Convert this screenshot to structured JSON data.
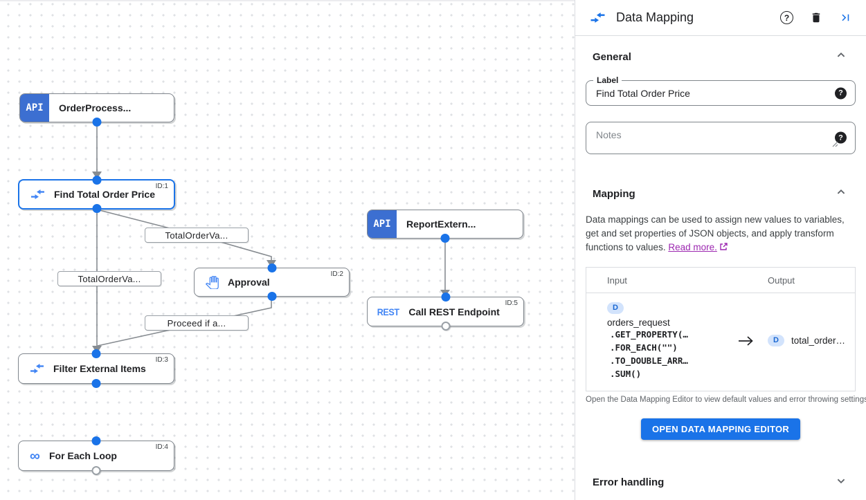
{
  "panel": {
    "title": "Data Mapping",
    "general": {
      "title": "General",
      "label_field": {
        "label": "Label",
        "value": "Find Total Order Price"
      },
      "notes_placeholder": "Notes"
    },
    "mapping": {
      "title": "Mapping",
      "description": "Data mappings can be used to assign new values to variables, get and set properties of JSON objects, and apply transform functions to values.",
      "read_more_label": "Read more.",
      "table": {
        "input_header": "Input",
        "output_header": "Output",
        "input": {
          "badge": "D",
          "variable": "orders_request",
          "code_lines": [
            ".GET_PROPERTY(…",
            ".FOR_EACH(\"\")",
            ".TO_DOUBLE_ARR…",
            ".SUM()"
          ]
        },
        "output": {
          "badge": "D",
          "variable": "total_order…"
        }
      },
      "caption": "Open the Data Mapping Editor to view default values and error throwing settings.",
      "button_label": "OPEN DATA MAPPING EDITOR"
    },
    "error_handling": {
      "title": "Error handling"
    }
  },
  "canvas": {
    "nodes": [
      {
        "label": "OrderProcess...",
        "badge": "API"
      },
      {
        "label": "Find Total Order Price",
        "id": "ID:1"
      },
      {
        "label": "ReportExtern...",
        "badge": "API"
      },
      {
        "label": "Approval",
        "id": "ID:2"
      },
      {
        "label": "Call REST Endpoint",
        "id": "ID:5",
        "badge": "REST"
      },
      {
        "label": "Filter External Items",
        "id": "ID:3"
      },
      {
        "label": "For Each Loop",
        "id": "ID:4"
      }
    ],
    "edge_labels": [
      "TotalOrderVa...",
      "TotalOrderVa...",
      "Proceed if a..."
    ]
  },
  "icons": {
    "infinity_glyph": "∞"
  },
  "colors": {
    "accent_blue": "#1a73e8",
    "icon_blue": "#4285f4",
    "api_badge_blue": "#3c6fd1",
    "edge_gray": "#878c91",
    "link_purple": "#9c27b0",
    "badge_bg": "#d2e3fc",
    "badge_text": "#1967d2"
  }
}
